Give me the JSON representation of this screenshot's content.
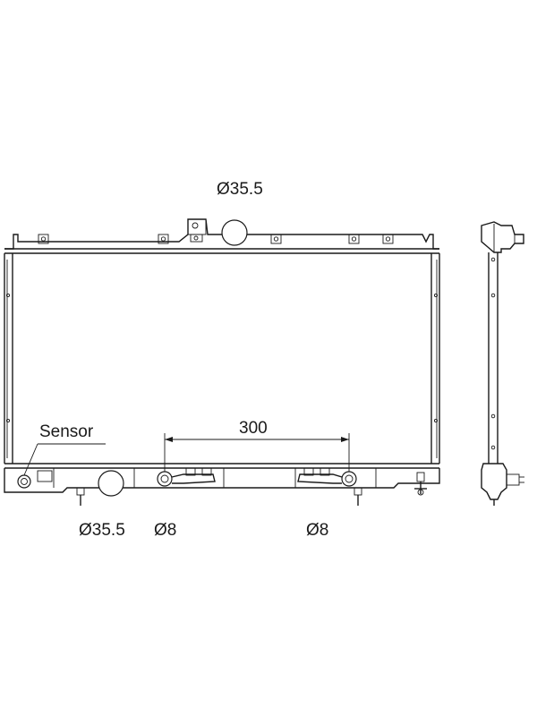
{
  "labels": {
    "top_inlet": "Ø35.5",
    "bottom_outlet": "Ø35.5",
    "left_fitting": "Ø8",
    "right_fitting": "Ø8",
    "spacing": "300",
    "sensor": "Sensor"
  },
  "colors": {
    "line": "#1a1a1a",
    "background": "#ffffff"
  }
}
